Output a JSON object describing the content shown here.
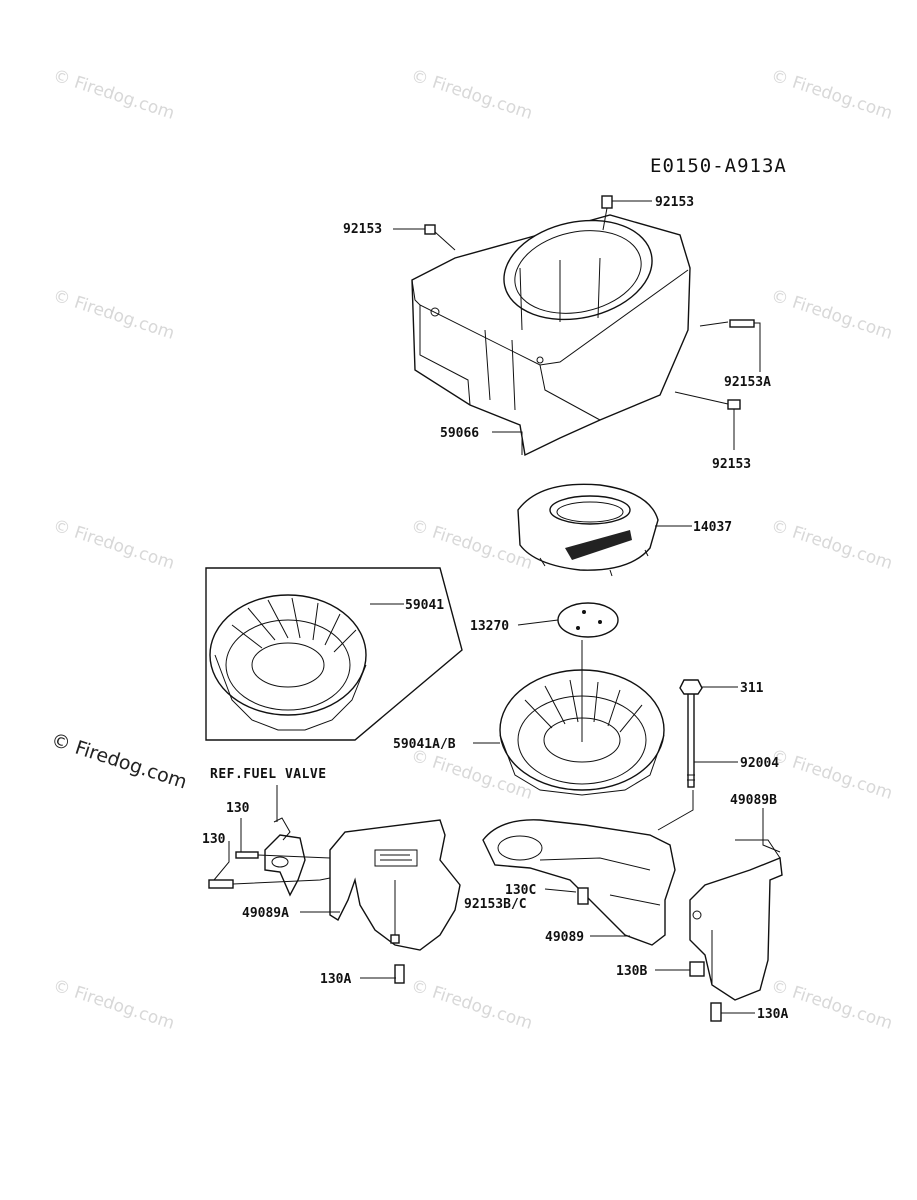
{
  "diagram_code": "E0150-A913A",
  "ref_note": "REF.FUEL VALVE",
  "watermark": "© Firedog.com",
  "parts": {
    "p92153_top": "92153",
    "p92153_left": "92153",
    "p92153A": "92153A",
    "p92153_right": "92153",
    "p59066": "59066",
    "p14037": "14037",
    "p59041": "59041",
    "p13270": "13270",
    "p311": "311",
    "p59041AB": "59041A/B",
    "p92004": "92004",
    "p49089B": "49089B",
    "p130_a": "130",
    "p130_b": "130",
    "p49089A": "49089A",
    "p130C": "130C",
    "p92153BC": "92153B/C",
    "p49089": "49089",
    "p130A_left": "130A",
    "p130B": "130B",
    "p130A_right": "130A"
  }
}
